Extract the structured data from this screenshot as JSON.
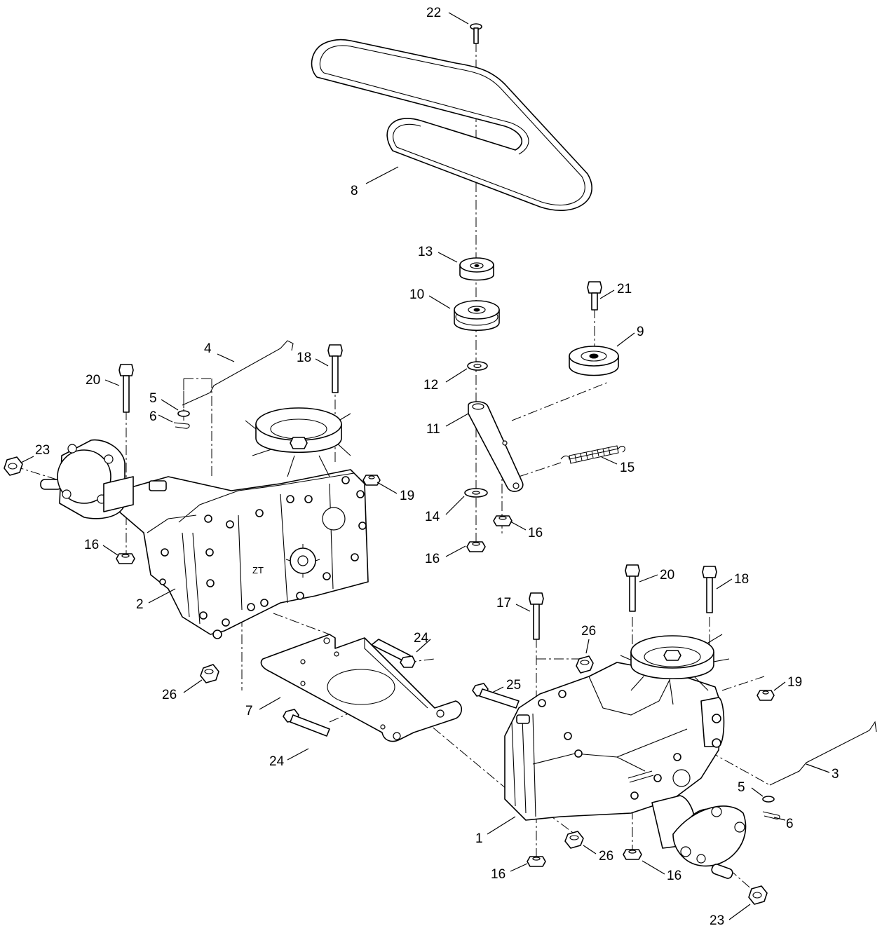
{
  "diagram": {
    "callouts": [
      {
        "id": "c22",
        "label": "22"
      },
      {
        "id": "c8",
        "label": "8"
      },
      {
        "id": "c13",
        "label": "13"
      },
      {
        "id": "c10",
        "label": "10"
      },
      {
        "id": "c21",
        "label": "21"
      },
      {
        "id": "c9",
        "label": "9"
      },
      {
        "id": "c12",
        "label": "12"
      },
      {
        "id": "c11",
        "label": "11"
      },
      {
        "id": "c15",
        "label": "15"
      },
      {
        "id": "c14",
        "label": "14"
      },
      {
        "id": "c16a",
        "label": "16"
      },
      {
        "id": "c16b",
        "label": "16"
      },
      {
        "id": "c4",
        "label": "4"
      },
      {
        "id": "c18a",
        "label": "18"
      },
      {
        "id": "c20a",
        "label": "20"
      },
      {
        "id": "c5a",
        "label": "5"
      },
      {
        "id": "c6a",
        "label": "6"
      },
      {
        "id": "c23a",
        "label": "23"
      },
      {
        "id": "c19a",
        "label": "19"
      },
      {
        "id": "c16c",
        "label": "16"
      },
      {
        "id": "c2",
        "label": "2"
      },
      {
        "id": "c20b",
        "label": "20"
      },
      {
        "id": "c18b",
        "label": "18"
      },
      {
        "id": "c17",
        "label": "17"
      },
      {
        "id": "c26a",
        "label": "26"
      },
      {
        "id": "c24a",
        "label": "24"
      },
      {
        "id": "c19b",
        "label": "19"
      },
      {
        "id": "c25",
        "label": "25"
      },
      {
        "id": "c26b",
        "label": "26"
      },
      {
        "id": "c7",
        "label": "7"
      },
      {
        "id": "c24b",
        "label": "24"
      },
      {
        "id": "c3",
        "label": "3"
      },
      {
        "id": "c5b",
        "label": "5"
      },
      {
        "id": "c6b",
        "label": "6"
      },
      {
        "id": "c1",
        "label": "1"
      },
      {
        "id": "c26c",
        "label": "26"
      },
      {
        "id": "c16d",
        "label": "16"
      },
      {
        "id": "c16e",
        "label": "16"
      },
      {
        "id": "c23b",
        "label": "23"
      }
    ]
  }
}
